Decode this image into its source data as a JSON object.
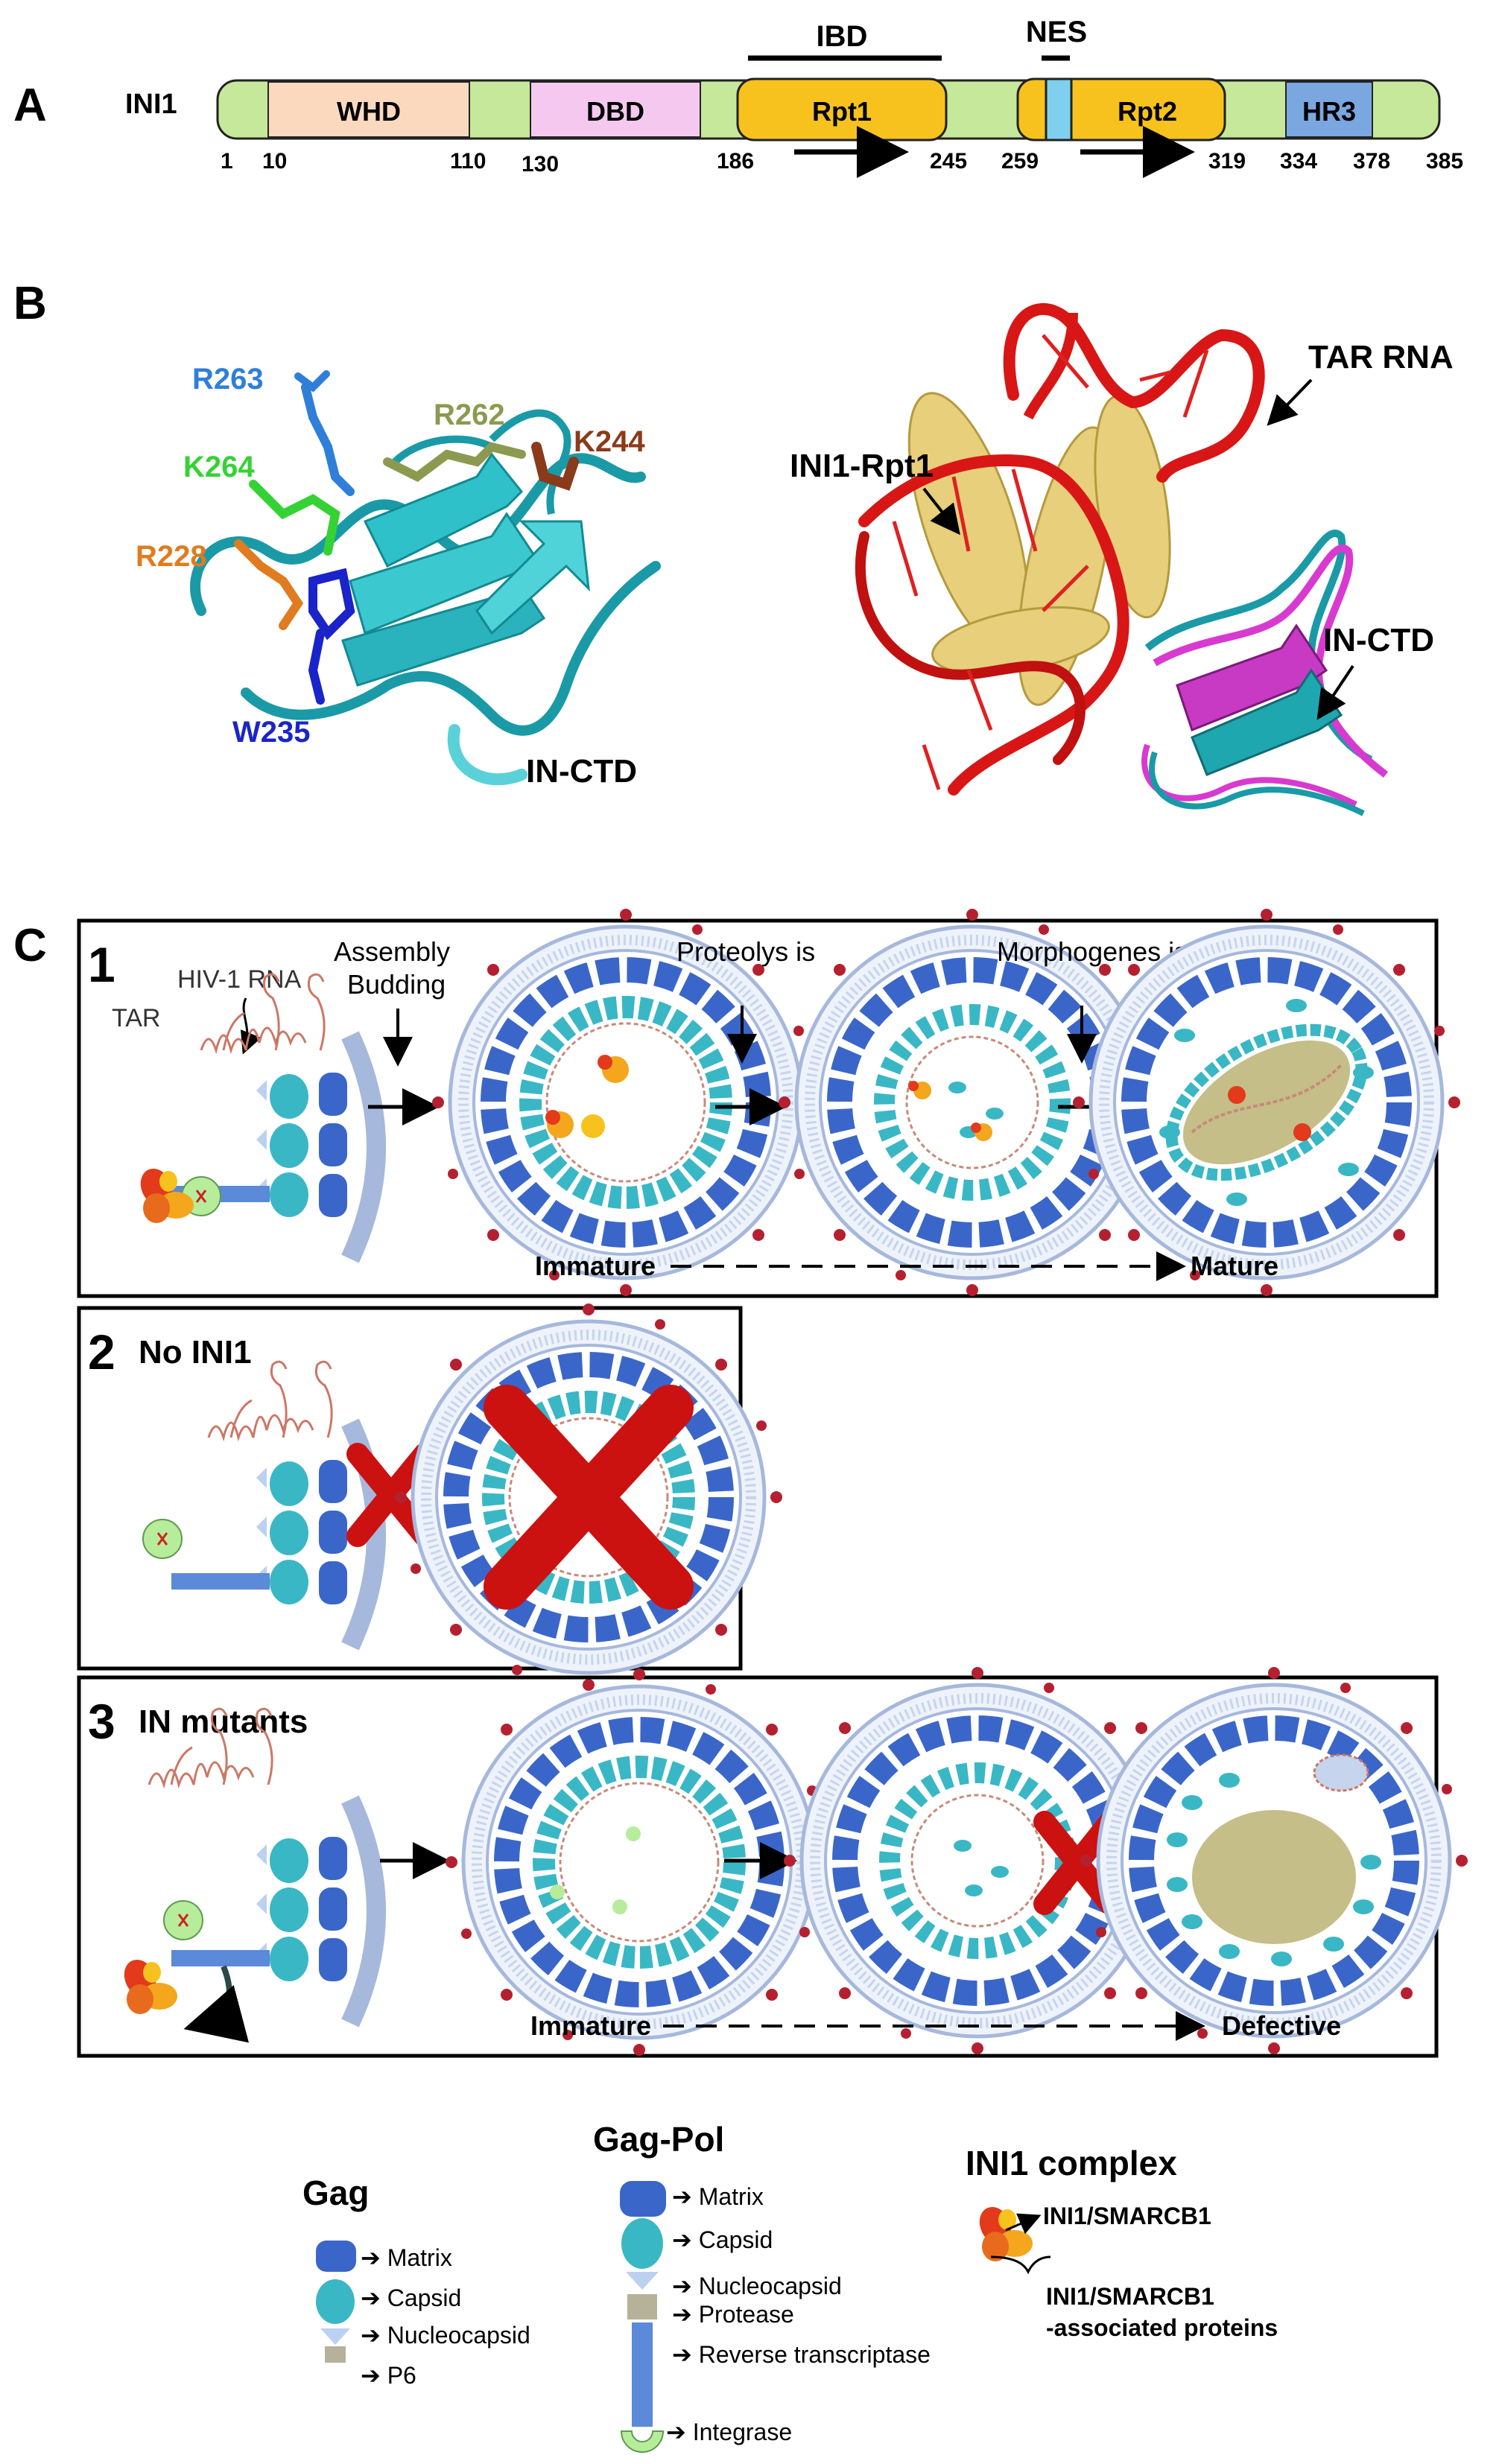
{
  "panel_a": {
    "letter": "A",
    "protein": "INI1",
    "domains": {
      "whd": "WHD",
      "dbd": "DBD",
      "rpt1": "Rpt1",
      "rpt2": "Rpt2",
      "hr3": "HR3"
    },
    "ibd": "IBD",
    "nes": "NES",
    "positions": [
      "1",
      "10",
      "110",
      "130",
      "186",
      "245",
      "259",
      "319",
      "334",
      "378",
      "385"
    ]
  },
  "panel_b": {
    "letter": "B",
    "residues": {
      "r263": "R263",
      "r262": "R262",
      "k244": "K244",
      "k264": "K264",
      "r228": "R228",
      "w235": "W235"
    },
    "left_label": "IN-CTD",
    "tar_rna": "TAR RNA",
    "ini1_rpt1": "INI1-Rpt1",
    "in_ctd": "IN-CTD"
  },
  "panel_c": {
    "letter": "C",
    "box1": {
      "number": "1",
      "tar": "TAR",
      "hiv_rna": "HIV-1 RNA",
      "assembly": "Assembly",
      "budding": "Budding",
      "proteolysis": "Proteolys is",
      "morphogenesis": "Morphogenes is",
      "immature": "Immature",
      "mature": "Mature"
    },
    "box2": {
      "number": "2",
      "title": "No INI1"
    },
    "box3": {
      "number": "3",
      "title": "IN mutants",
      "immature": "Immature",
      "defective": "Defective"
    }
  },
  "legend": {
    "gag": {
      "title": "Gag",
      "items": [
        "Matrix",
        "Capsid",
        "Nucleocapsid",
        "P6"
      ]
    },
    "gagpol": {
      "title": "Gag-Pol",
      "items": [
        "Matrix",
        "Capsid",
        "Nucleocapsid",
        "Protease",
        "Reverse transcriptase",
        "Integrase"
      ]
    },
    "ini1": {
      "title": "INI1 complex",
      "item1": "INI1/SMARCB1",
      "item2a": "INI1/SMARCB1",
      "item2b": "-associated proteins"
    }
  },
  "colors": {
    "matrix": "#3b66c9",
    "capsid": "#3ab7c4",
    "rpt": "#f7c21d",
    "whd": "#fad9bf",
    "dbd": "#f5c9ef",
    "hr3": "#7aa7e0",
    "linker": "#c6e89a",
    "cross": "#cc1111",
    "rna": "#cc7766"
  }
}
